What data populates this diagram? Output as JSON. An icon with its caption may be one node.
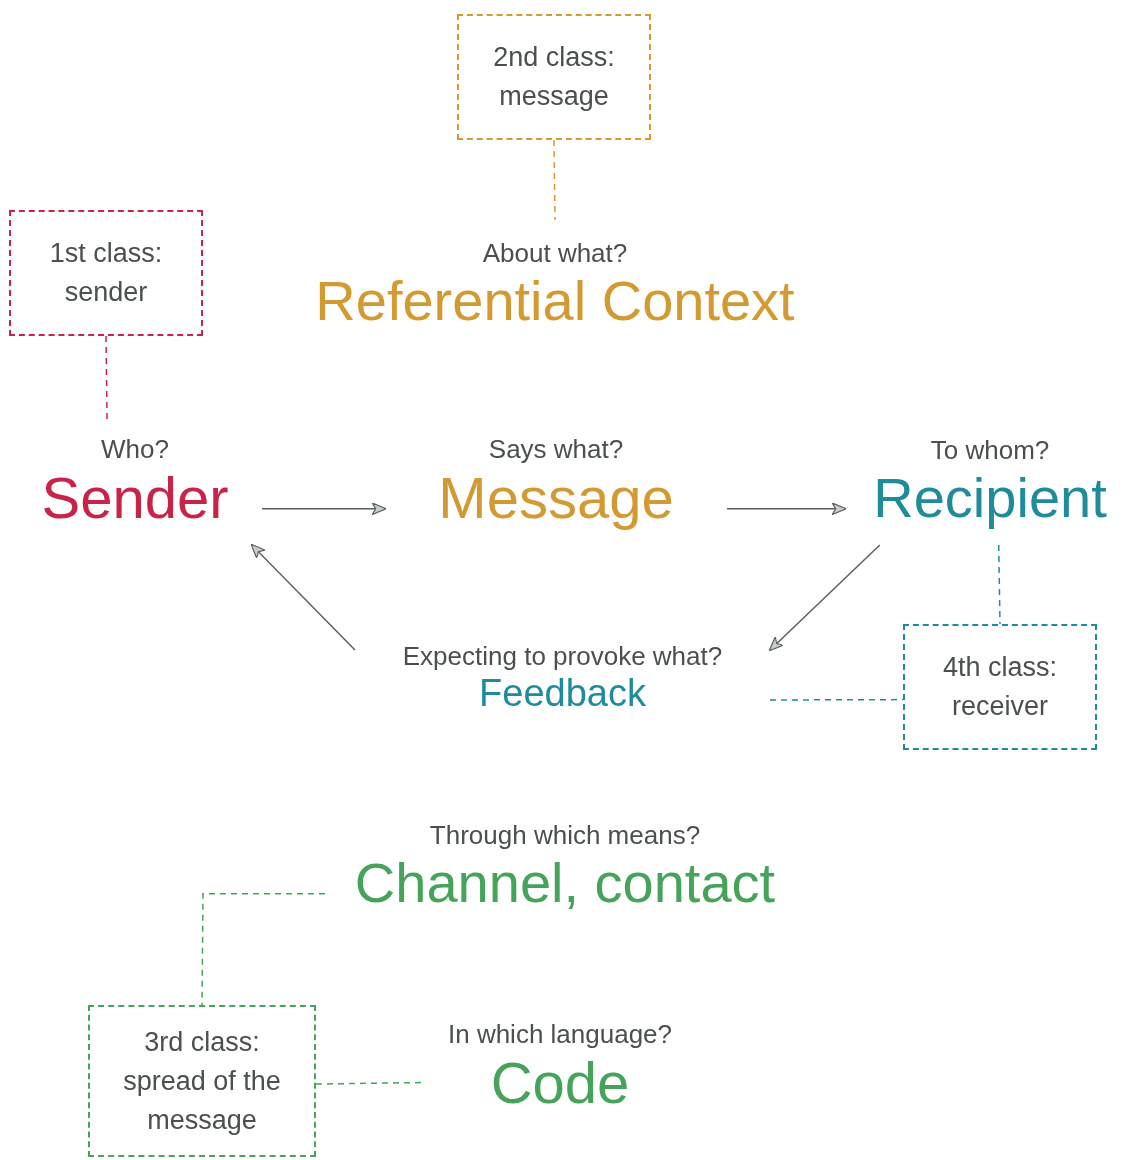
{
  "diagram": {
    "nodes": [
      {
        "text": [
          "2nd class: message"
        ]
      },
      {
        "text": [
          "1st class: sender"
        ]
      },
      {
        "text": [
          "About what?",
          "Referential Context"
        ]
      },
      {
        "text": [
          "Who?",
          "Sender"
        ]
      },
      {
        "text": [
          "Says what?",
          "Message"
        ]
      },
      {
        "text": [
          "To whom?",
          "Recipient"
        ]
      },
      {
        "text": [
          "Expecting to provoke what?",
          "Feedback"
        ]
      },
      {
        "text": [
          "4th class: receiver"
        ]
      },
      {
        "text": [
          "Through which means?",
          "Channel, contact"
        ]
      },
      {
        "text": [
          "3rd class: spread of the message"
        ]
      },
      {
        "text": [
          "In which language?",
          "Code"
        ]
      }
    ],
    "edges": [
      {
        "from": 0,
        "to": 2,
        "arrow": "none",
        "style": "dashed",
        "color": "#d39a32"
      },
      {
        "from": 1,
        "to": 3,
        "arrow": "none",
        "style": "dashed",
        "color": "#c8244a"
      },
      {
        "from": 3,
        "to": 4,
        "arrow": "to"
      },
      {
        "from": 4,
        "to": 5,
        "arrow": "to"
      },
      {
        "from": 5,
        "to": 6,
        "arrow": "to"
      },
      {
        "from": 6,
        "to": 3,
        "arrow": "to"
      },
      {
        "from": 5,
        "to": 7,
        "arrow": "none",
        "style": "dashed",
        "color": "#1f8c99"
      },
      {
        "from": 6,
        "to": 7,
        "arrow": "none",
        "style": "dashed",
        "color": "#1f8c99"
      },
      {
        "from": 8,
        "to": 9,
        "arrow": "none",
        "style": "dashed",
        "color": "#45a35a"
      },
      {
        "from": 9,
        "to": 10,
        "arrow": "none",
        "style": "dashed",
        "color": "#45a35a"
      }
    ]
  }
}
